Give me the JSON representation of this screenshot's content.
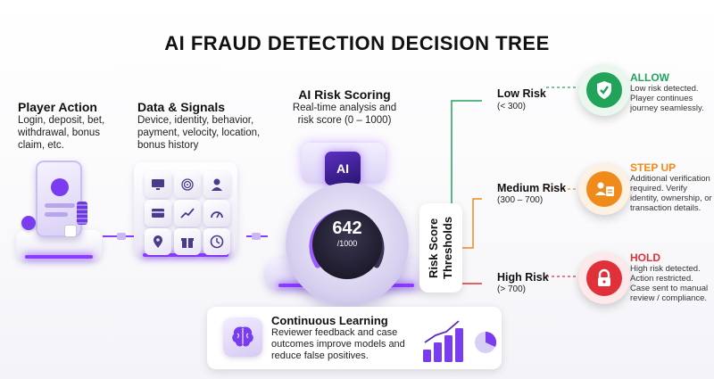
{
  "title": "AI FRAUD DETECTION DECISION TREE",
  "player_action": {
    "heading": "Player Action",
    "text": "Login, deposit, bet, withdrawal, bonus claim, etc."
  },
  "data_signals": {
    "heading": "Data & Signals",
    "text": "Device, identity, behavior, payment, velocity, location, bonus history"
  },
  "ai_scoring": {
    "heading": "AI Risk Scoring",
    "text": "Real-time analysis and risk score (0 – 1000)",
    "chip_label": "AI",
    "score": "642",
    "score_max": "/1000"
  },
  "thresholds_label": "Risk Score Thresholds",
  "branches": [
    {
      "name": "Low Risk",
      "range": "(< 300)",
      "color": "#21a35a"
    },
    {
      "name": "Medium Risk",
      "range": "(300 – 700)",
      "color": "#f08a1a"
    },
    {
      "name": "High Risk",
      "range": "(> 700)",
      "color": "#e0303a"
    }
  ],
  "outcomes": [
    {
      "title": "ALLOW",
      "text": "Low risk detected. Player continues journey seamlessly.",
      "color": "#21a35a",
      "icon": "shield-check-icon"
    },
    {
      "title": "STEP UP",
      "text": "Additional verification required. Verify identity, ownership, or transaction details.",
      "color": "#f08a1a",
      "icon": "user-id-icon"
    },
    {
      "title": "HOLD",
      "text": "High risk detected. Action restricted. Case sent to manual review / compliance.",
      "color": "#e0303a",
      "icon": "lock-icon"
    }
  ],
  "learning": {
    "heading": "Continuous Learning",
    "text": "Reviewer feedback and case outcomes improve models and reduce false positives."
  },
  "colors": {
    "accent": "#8a3cff",
    "low": "#21a35a",
    "medium": "#f08a1a",
    "high": "#e0303a"
  }
}
